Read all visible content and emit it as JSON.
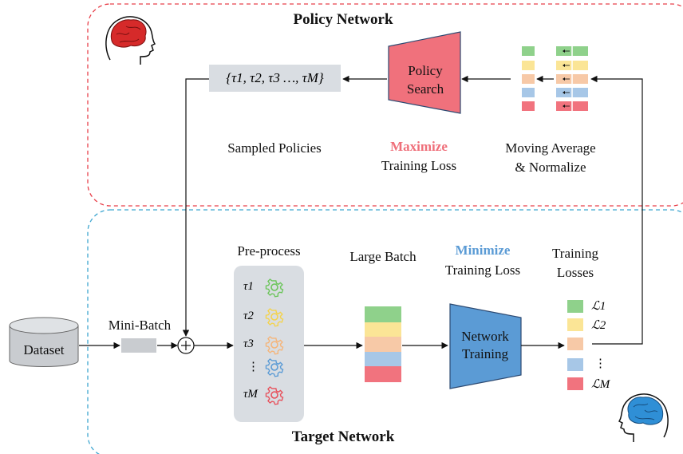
{
  "policy_network": {
    "title": "Policy Network",
    "search_box": {
      "line1": "Policy",
      "line2": "Search"
    },
    "sampled_set": "{τ1, τ2, τ3 …, τM}",
    "sampled_label": "Sampled Policies",
    "maximize_word": "Maximize",
    "maximize_rest": "Training Loss",
    "moving_avg_line1": "Moving Average",
    "moving_avg_line2": "& Normalize"
  },
  "target_network": {
    "title": "Target Network",
    "dataset": "Dataset",
    "mini_batch": "Mini-Batch",
    "preprocess": "Pre-process",
    "tau_labels": [
      "τ1",
      "τ2",
      "τ3",
      "⋮",
      "τM"
    ],
    "large_batch": "Large Batch",
    "minimize_word": "Minimize",
    "minimize_rest": "Training Loss",
    "network_training": {
      "line1": "Network",
      "line2": "Training"
    },
    "training_losses_line1": "Training",
    "training_losses_line2": "Losses",
    "loss_labels": [
      "ℒ1",
      "ℒ2",
      "",
      "⋮",
      "ℒM"
    ]
  },
  "colors": {
    "policy_border": "#e8404a",
    "target_border": "#3ea6d0",
    "policy_search_fill": "#f0717c",
    "network_training_fill": "#5b9bd5",
    "green": "#8fd18b",
    "yellow": "#fbe596",
    "peach": "#f7c9a7",
    "blue": "#a7c7e7",
    "red": "#f1737e",
    "gear_colors": [
      "#6cc55b",
      "#f4d34c",
      "#f5b57a",
      "#5b9bd5",
      "#e8505b"
    ]
  },
  "icons": [
    "brain-head-red-icon",
    "brain-head-blue-icon",
    "gear-icon",
    "database-icon",
    "plus-circle-icon"
  ]
}
